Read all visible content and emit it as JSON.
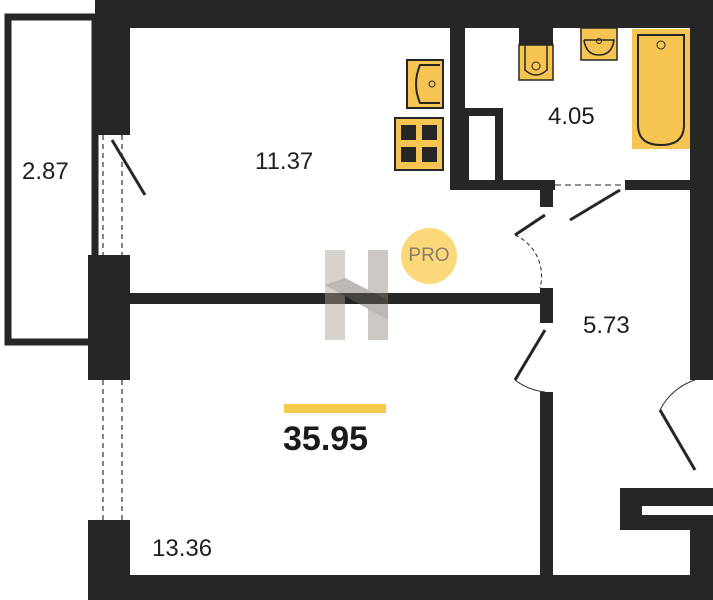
{
  "rooms": {
    "balcony": "2.87",
    "kitchen": "11.37",
    "bathroom": "4.05",
    "hall": "5.73",
    "bedroom": "13.36"
  },
  "total_area": "35.95",
  "badge": "PRO",
  "colors": {
    "wall": "#262626",
    "fixture": "#f5c451",
    "accent": "#f5c84e"
  }
}
